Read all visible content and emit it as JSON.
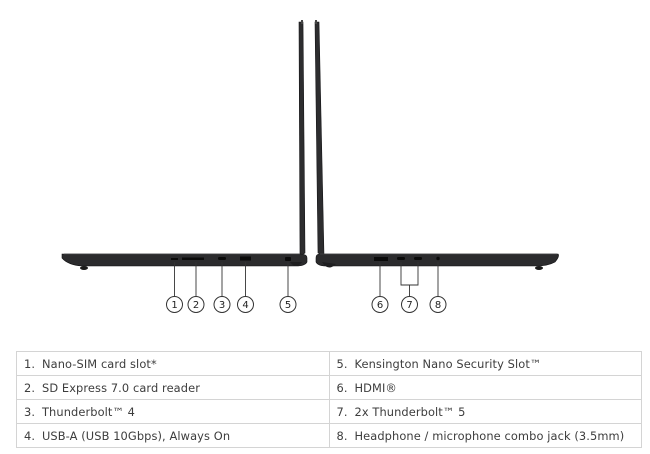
{
  "callouts": [
    {
      "number": "1"
    },
    {
      "number": "2"
    },
    {
      "number": "3"
    },
    {
      "number": "4"
    },
    {
      "number": "5"
    },
    {
      "number": "6"
    },
    {
      "number": "7"
    },
    {
      "number": "8"
    }
  ],
  "ports_table": {
    "rows": [
      [
        {
          "number": "1.",
          "label": "Nano-SIM card slot*"
        },
        {
          "number": "5.",
          "label": "Kensington Nano Security Slot™"
        }
      ],
      [
        {
          "number": "2.",
          "label": "SD Express 7.0 card reader"
        },
        {
          "number": "6.",
          "label": "HDMI®"
        }
      ],
      [
        {
          "number": "3.",
          "label": "Thunderbolt™ 4"
        },
        {
          "number": "7.",
          "label": "2x Thunderbolt™ 5"
        }
      ],
      [
        {
          "number": "4.",
          "label": "USB-A (USB 10Gbps), Always On"
        },
        {
          "number": "8.",
          "label": "Headphone / microphone combo jack (3.5mm)"
        }
      ]
    ]
  },
  "colors": {
    "chassis": "#2b2b2d",
    "chassis_edge": "#111113",
    "port": "#0a0a0a",
    "callout_stroke": "#333333",
    "table_border": "#d4d4d4"
  }
}
